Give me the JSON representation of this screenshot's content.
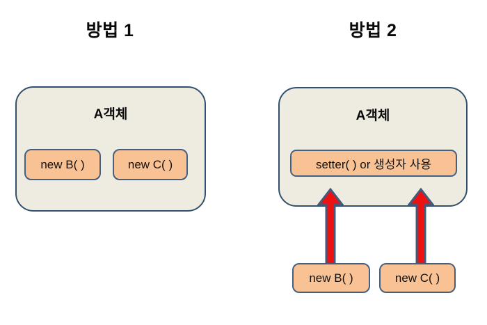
{
  "diagram": {
    "title_left": "방법 1",
    "title_right": "방법 2",
    "colors": {
      "panel_fill": "#EEECE1",
      "panel_border": "#31506E",
      "box_fill": "#F9C295",
      "box_border": "#44607E",
      "arrow_fill": "#EE1111",
      "arrow_border": "#3F5C7C",
      "text": "#0A0A0A",
      "background": "#FFFFFF"
    },
    "method1": {
      "panel_label": "A객체",
      "boxes": [
        {
          "label": "new B( )"
        },
        {
          "label": "new C( )"
        }
      ]
    },
    "method2": {
      "panel_label": "A객체",
      "inner_box": {
        "label": "setter( ) or 생성자 사용"
      },
      "external_boxes": [
        {
          "label": "new B( )"
        },
        {
          "label": "new C( )"
        }
      ],
      "arrows": [
        {
          "name": "arrow-up-b",
          "direction": "up"
        },
        {
          "name": "arrow-up-c",
          "direction": "up"
        }
      ]
    }
  }
}
